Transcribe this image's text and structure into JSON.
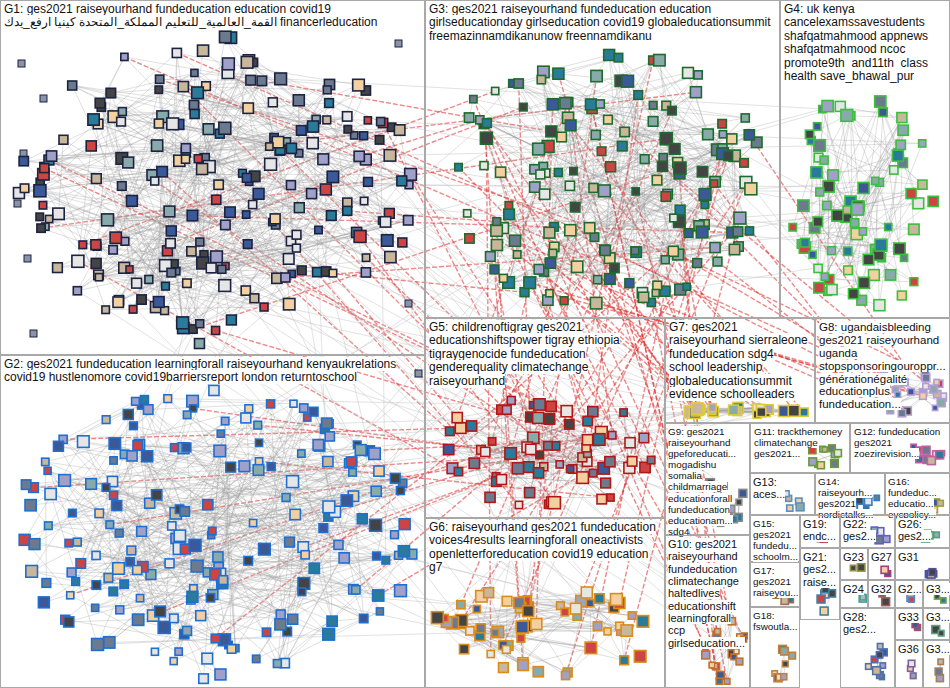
{
  "diagram": {
    "nodes": [
      {
        "text": [
          "G1: ges2021 raiseyourhand fundeducation education covid19 القمة_العالمية_للتعليم المملكة_المتحدة كينيا ارفع_يدك financerleducation"
        ]
      },
      {
        "text": [
          "G3: ges2021 raiseyourhand fundeducation education girlseducationday girlseducation covid19 globaleducationsummit freemazinnamdikanunow freennamdikanu"
        ]
      },
      {
        "text": [
          "G4: uk kenya cancelexamssavestudents shafqatmahmood appnews shafqatmahmood ncoc promote9th_and11th_class health save_bhawal_pur"
        ]
      },
      {
        "text": [
          "G2: ges2021 fundeducation learningforall raiseyourhand kenyaukrelations covid19 hustlenomore covid19barriersreport london returntoschool"
        ]
      },
      {
        "text": [
          "G5: childrenoftigray ges2021 educationshiftspower tigray ethiopia tigraygenocide fundeducation genderequality climatechange raiseyourhand"
        ]
      },
      {
        "text": [
          "G7: ges2021 raiseyourhand sierraleone fundeducation sdg4 school leadership globaleducationsummit evidence schoolleaders"
        ]
      },
      {
        "text": [
          "G8: ugandaisbleeding ges2021 raiseyourhand uganda stopsponsoringouroppr... générationégalité educationplus fundeducation..."
        ]
      },
      {
        "text": [
          "G9: ges2021 raiseyourhand gpeforeducati... mogadishu somalia childmarriage educationforall fundeducation educationam... sdg4"
        ]
      },
      {
        "text": [
          "G11: trackthemoney climatechange ges2021..."
        ]
      },
      {
        "text": [
          "G12: fundeducation ges2021 zoezirevision..."
        ]
      },
      {
        "text": [
          "G13: aces..."
        ]
      },
      {
        "text": [
          "G14: raiseyourh... ges2021 nordictalks..."
        ]
      },
      {
        "text": [
          "G16: fundeduc... educatio... eycpolicy..."
        ]
      },
      {
        "text": [
          "G6: raiseyourhand ges2021 fundeducation voices4results learningforall oneactivists openletterforeducation covid19 education g7"
        ]
      },
      {
        "text": [
          "G10: ges2021 raiseyourhand fundeducation climatechange haltedlives educationshift learningforall ccp girlseducation..."
        ]
      },
      {
        "text": [
          "G15: ges2021 fundedu... schoolm..."
        ]
      },
      {
        "text": [
          "G19: endc..."
        ]
      },
      {
        "text": [
          "G22: ges2..."
        ]
      },
      {
        "text": [
          "G26: ges2..."
        ]
      },
      {
        "text": [
          "G17: ges2021 raiseyou..."
        ]
      },
      {
        "text": [
          "G21: ges2... raise..."
        ]
      },
      {
        "text": [
          "G23"
        ]
      },
      {
        "text": [
          "G27"
        ]
      },
      {
        "text": [
          "G31"
        ]
      },
      {
        "text": [
          "G24"
        ]
      },
      {
        "text": [
          "G32"
        ]
      },
      {
        "text": [
          "G2..."
        ]
      },
      {
        "text": [
          "G3..."
        ]
      },
      {
        "text": [
          "G18: fswoutla..."
        ]
      },
      {
        "text": [
          "G28: ges2..."
        ]
      },
      {
        "text": [
          "G33"
        ]
      },
      {
        "text": [
          "G3..."
        ]
      },
      {
        "text": [
          "G36"
        ]
      },
      {
        "text": [
          "G3..."
        ]
      }
    ]
  }
}
